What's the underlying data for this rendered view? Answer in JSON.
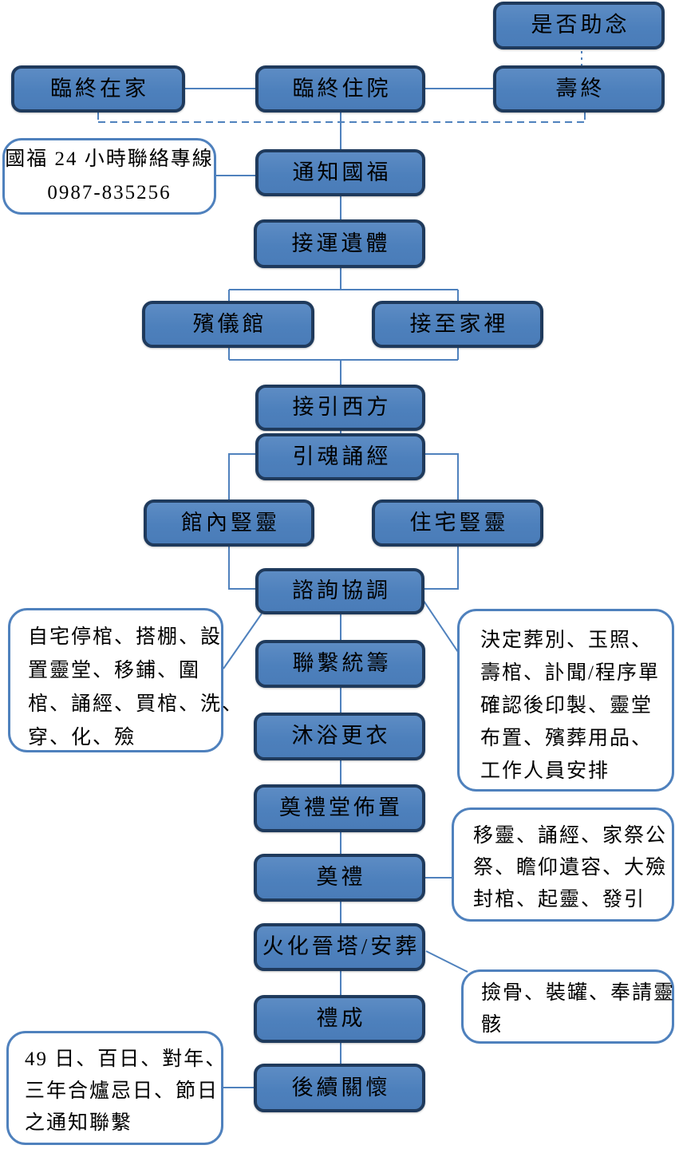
{
  "nodes": {
    "chant_decision": "是否助念",
    "end_at_home": "臨終在家",
    "end_in_hospital": "臨終住院",
    "passing": "壽終",
    "notify_guofu": "通知國福",
    "transport_body": "接運遺體",
    "funeral_parlor": "殯儀館",
    "bring_home": "接至家裡",
    "guide_to_west": "接引西方",
    "soul_chant": "引魂誦經",
    "parlor_shrine": "館內豎靈",
    "home_shrine": "住宅豎靈",
    "consultation": "諮詢協調",
    "coordination": "聯繫統籌",
    "bathing_dressing": "沐浴更衣",
    "hall_arrangement": "奠禮堂佈置",
    "ceremony": "奠禮",
    "cremation_burial": "火化晉塔/安葬",
    "ceremony_complete": "禮成",
    "follow_up_care": "後續關懷"
  },
  "callouts": {
    "hotline": {
      "lines": [
        "國福 24 小時聯絡專線",
        "0987-835256"
      ]
    },
    "home_preparation": {
      "lines": [
        "自宅停棺、搭棚、設",
        "置靈堂、移鋪、圍",
        "棺、誦經、買棺、洗、",
        "穿、化、殮"
      ]
    },
    "arrangement_decisions": {
      "lines": [
        "決定葬別、玉照、",
        "壽棺、訃聞/程序單",
        "確認後印製、靈堂",
        "布置、殯葬用品、",
        "工作人員安排"
      ]
    },
    "ceremony_details": {
      "lines": [
        "移靈、誦經、家祭公",
        "祭、瞻仰遺容、大殮",
        "封棺、起靈、發引"
      ]
    },
    "bone_collection": {
      "lines": [
        "撿骨、裝罐、奉請靈",
        "骸"
      ]
    },
    "memorial_dates": {
      "lines": [
        "49 日、百日、對年、",
        "三年合爐忌日、節日",
        "之通知聯繫"
      ]
    }
  },
  "colors": {
    "node_fill": "#4d80bc",
    "node_border": "#1f3a5c",
    "callout_border": "#4f81bd",
    "connector": "#4f81bd",
    "text": "#000000"
  }
}
